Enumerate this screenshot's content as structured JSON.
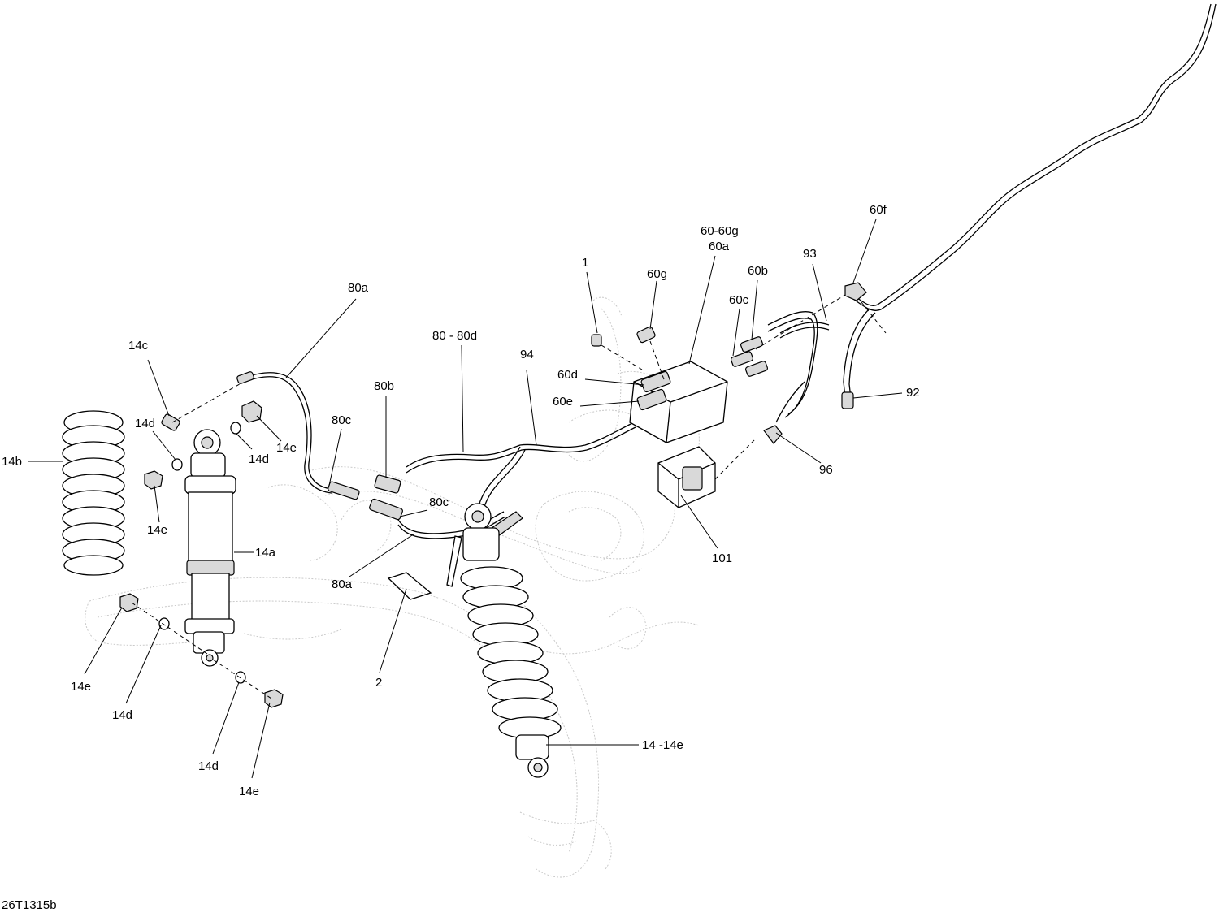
{
  "drawing_id": "26T1315b",
  "callouts": [
    {
      "key": "c80a_top",
      "text": "80a"
    },
    {
      "key": "c14c",
      "text": "14c"
    },
    {
      "key": "c14d_a",
      "text": "14d"
    },
    {
      "key": "c14b",
      "text": "14b"
    },
    {
      "key": "c14e_a",
      "text": "14e"
    },
    {
      "key": "c14d_b",
      "text": "14d"
    },
    {
      "key": "c14e_b",
      "text": "14e"
    },
    {
      "key": "c14a",
      "text": "14a"
    },
    {
      "key": "c80-80d",
      "text": "80 - 80d"
    },
    {
      "key": "c80b",
      "text": "80b"
    },
    {
      "key": "c80c_a",
      "text": "80c"
    },
    {
      "key": "c80c_b",
      "text": "80c"
    },
    {
      "key": "c80a_bot",
      "text": "80a"
    },
    {
      "key": "c94",
      "text": "94"
    },
    {
      "key": "c1",
      "text": "1"
    },
    {
      "key": "c60g",
      "text": "60g"
    },
    {
      "key": "c60-60g",
      "text": "60-60g"
    },
    {
      "key": "c60a",
      "text": "60a"
    },
    {
      "key": "c60b",
      "text": "60b"
    },
    {
      "key": "c60c",
      "text": "60c"
    },
    {
      "key": "c60d",
      "text": "60d"
    },
    {
      "key": "c60e",
      "text": "60e"
    },
    {
      "key": "c93",
      "text": "93"
    },
    {
      "key": "c60f",
      "text": "60f"
    },
    {
      "key": "c92",
      "text": "92"
    },
    {
      "key": "c96",
      "text": "96"
    },
    {
      "key": "c101",
      "text": "101"
    },
    {
      "key": "c2",
      "text": "2"
    },
    {
      "key": "c14-14e",
      "text": "14 -14e"
    },
    {
      "key": "c14e_c",
      "text": "14e"
    },
    {
      "key": "c14d_c",
      "text": "14d"
    },
    {
      "key": "c14d_d",
      "text": "14d"
    },
    {
      "key": "c14e_d",
      "text": "14e"
    }
  ]
}
